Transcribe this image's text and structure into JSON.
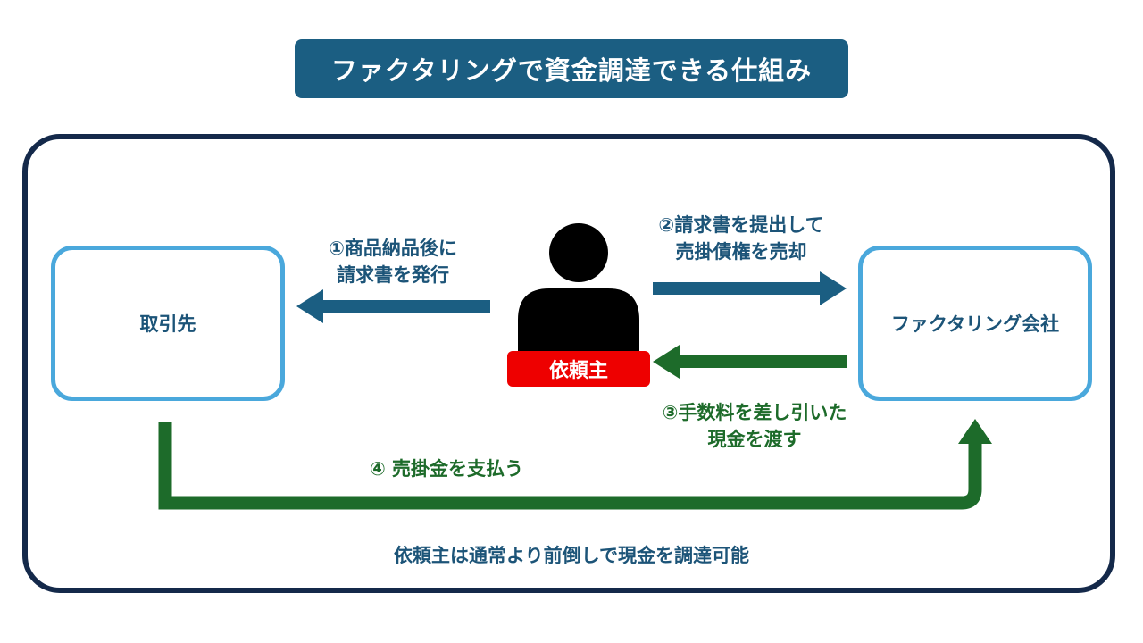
{
  "title": "ファクタリングで資金調達できる仕組み",
  "nodes": {
    "customer": "取引先",
    "client": "依頼主",
    "factoring_company": "ファクタリング会社"
  },
  "steps": [
    {
      "line1": "①商品納品後に",
      "line2": "請求書を発行"
    },
    {
      "line1": "②請求書を提出して",
      "line2": "売掛債権を売却"
    },
    {
      "line1": "③手数料を差し引いた",
      "line2": "現金を渡す"
    },
    {
      "line1": "④ 売掛金を支払う"
    }
  ],
  "footer": "依頼主は通常より前倒しで現金を調達可能",
  "colors": {
    "title_bg": "#1b5e82",
    "frame": "#14294a",
    "box_border": "#4aa8dc",
    "blue_arrow": "#1b5e82",
    "green_arrow": "#1d6b2a",
    "client_badge": "#ee0000"
  }
}
